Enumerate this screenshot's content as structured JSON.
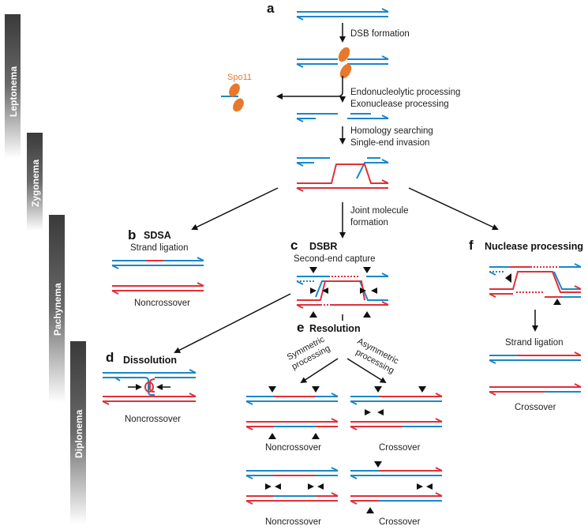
{
  "stages": {
    "leptonema": "Leptonema",
    "zygonema": "Zygonema",
    "pachynema": "Pachynema",
    "diplonema": "Diplonema"
  },
  "panels": {
    "a": "a",
    "b": "b",
    "c": "c",
    "d": "d",
    "e": "e",
    "f": "f"
  },
  "labels": {
    "dsb_formation": "DSB formation",
    "spo11": "Spo11",
    "endonucleolytic": "Endonucleolytic processing",
    "exonuclease": "Exonuclease processing",
    "homology": "Homology searching",
    "single_end": "Single-end invasion",
    "joint_molecule": "Joint molecule",
    "formation": "formation",
    "sdsa": "SDSA",
    "strand_ligation": "Strand ligation",
    "noncrossover": "Noncrossover",
    "dsbr": "DSBR",
    "second_end": "Second-end capture",
    "nuclease_processing": "Nuclease processing",
    "crossover": "Crossover",
    "dissolution": "Dissolution",
    "resolution": "Resolution",
    "symmetric": "Symmetric",
    "asymmetric": "Asymmetric",
    "processing": "processing"
  },
  "colors": {
    "blue_strand": "#1a87c9",
    "red_strand": "#e0303a",
    "spo11": "#e8782a"
  }
}
